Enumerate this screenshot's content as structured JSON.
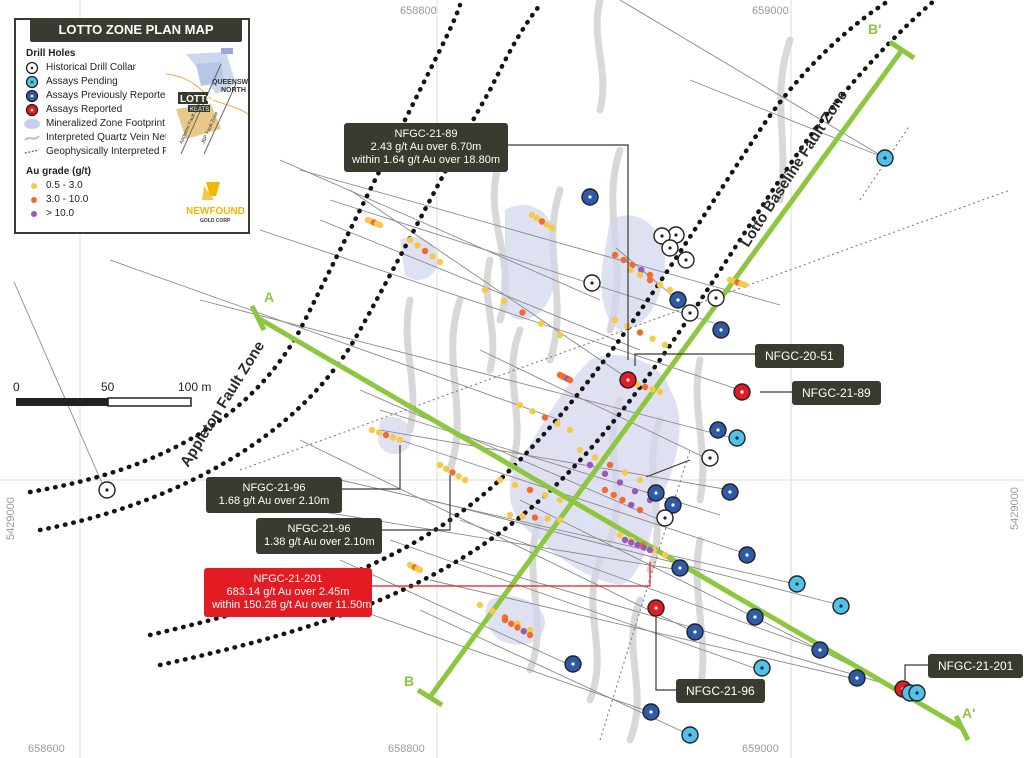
{
  "title": "LOTTO ZONE PLAN MAP",
  "legend": {
    "drill_holes_heading": "Drill Holes",
    "items": [
      {
        "label": "Historical Drill Collar",
        "icon": "historical-collar-icon"
      },
      {
        "label": "Assays Pending",
        "icon": "assays-pending-icon",
        "color": "#4fc3ec"
      },
      {
        "label": "Assays Previously Reported",
        "icon": "assays-previous-icon",
        "color": "#2e5aa8"
      },
      {
        "label": "Assays Reported",
        "icon": "assays-reported-icon",
        "color": "#e31b23"
      },
      {
        "label": "Mineralized Zone Footprint",
        "icon": "footprint-icon",
        "color": "#c9cde8"
      },
      {
        "label": "Interpreted Quartz Vein Network",
        "icon": "vein-icon",
        "color": "#bdbdbd"
      },
      {
        "label": "Geophysically Interpreted Faults",
        "icon": "fault-icon"
      }
    ],
    "grade_heading": "Au grade (g/t)",
    "grades": [
      {
        "label": "0.5 - 3.0",
        "color": "#f7c948"
      },
      {
        "label": "3.0 - 10.0",
        "color": "#f26a2e"
      },
      {
        "label": "> 10.0",
        "color": "#9b59b6"
      }
    ],
    "inset": {
      "lotto": "LOTTO",
      "keats": "KEATS",
      "queensway": "QUEENSWAY\nNORTH",
      "fault_a": "Appleton Fault Zone",
      "fault_b": "JBP Fault Zone"
    },
    "logo": {
      "name": "NEWFOUND",
      "sub": "GOLD CORP"
    }
  },
  "coords": {
    "x_top": [
      "658800",
      "659000"
    ],
    "x_bottom": [
      "658600",
      "658800",
      "659000"
    ],
    "y_side": "5429000"
  },
  "scale": {
    "labels": [
      "0",
      "50",
      "100 m"
    ]
  },
  "section_labels": [
    "A",
    "A'",
    "B",
    "B'"
  ],
  "fault_labels": [
    "Appleton Fault Zone",
    "Lotto Baseline Fault Zone"
  ],
  "callouts": {
    "c89": {
      "l1": "NFGC-21-89",
      "l2": "2.43 g/t Au over 6.70m",
      "l3": "within 1.64 g/t Au over 18.80m"
    },
    "c96a": {
      "l1": "NFGC-21-96",
      "l2": "1.68 g/t Au over 2.10m"
    },
    "c96b": {
      "l1": "NFGC-21-96",
      "l2": "1.38 g/t Au over 2.10m"
    },
    "c201": {
      "l1": "NFGC-21-201",
      "l2": "683.14 g/t Au over 2.45m",
      "l3": "within 150.28 g/t Au over 11.50m"
    }
  },
  "tags": {
    "t2051": "NFGC-20-51",
    "t2189": "NFGC-21-89",
    "t2196": "NFGC-21-96",
    "t21201": "NFGC-21-201"
  },
  "colors": {
    "section_line": "#8dc63f",
    "callout_bg": "#3a3a30",
    "highlight": "#e31b23"
  }
}
